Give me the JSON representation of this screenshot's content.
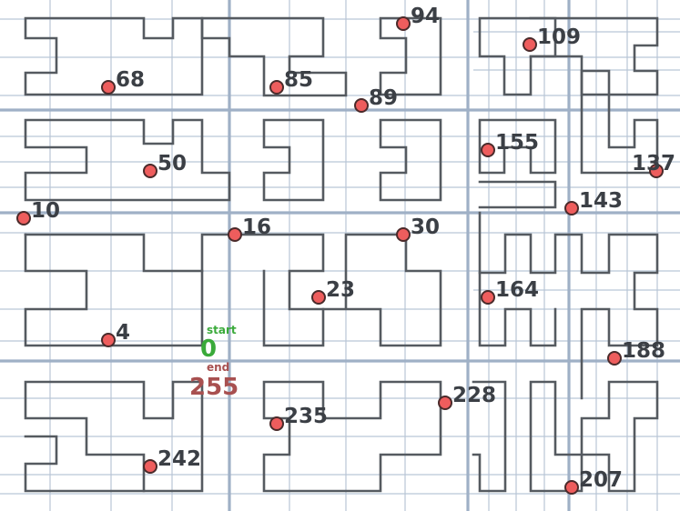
{
  "diagram": {
    "start": {
      "tag": "start",
      "value": "0"
    },
    "end": {
      "tag": "end",
      "value": "255"
    },
    "markers": [
      {
        "label": "94"
      },
      {
        "label": "109"
      },
      {
        "label": "68"
      },
      {
        "label": "85"
      },
      {
        "label": "89"
      },
      {
        "label": "155"
      },
      {
        "label": "50"
      },
      {
        "label": "137"
      },
      {
        "label": "10"
      },
      {
        "label": "143"
      },
      {
        "label": "16"
      },
      {
        "label": "30"
      },
      {
        "label": "23"
      },
      {
        "label": "164"
      },
      {
        "label": "4"
      },
      {
        "label": "188"
      },
      {
        "label": "228"
      },
      {
        "label": "235"
      },
      {
        "label": "242"
      },
      {
        "label": "207"
      }
    ],
    "colors": {
      "curve": "#555a60",
      "grid": "#b9c6d6",
      "marker": "#ee5d5d",
      "start": "#3aaa3a",
      "end": "#a85050"
    }
  }
}
